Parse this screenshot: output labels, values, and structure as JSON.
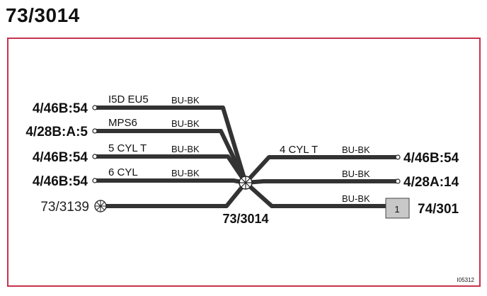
{
  "title": "73/3014",
  "left_wires": [
    {
      "connector": "4/46B:54",
      "variant": "I5D EU5",
      "color_code": "BU-BK"
    },
    {
      "connector": "4/28B:A:5",
      "variant": "MPS6",
      "color_code": "BU-BK"
    },
    {
      "connector": "4/46B:54",
      "variant": "5 CYL T",
      "color_code": "BU-BK"
    },
    {
      "connector": "4/46B:54",
      "variant": "6 CYL",
      "color_code": "BU-BK"
    },
    {
      "connector": "73/3139",
      "variant": "",
      "color_code": ""
    }
  ],
  "right_wires": [
    {
      "connector": "4/46B:54",
      "variant": "4 CYL T",
      "color_code": "BU-BK"
    },
    {
      "connector": "4/28A:14",
      "variant": "",
      "color_code": "BU-BK"
    },
    {
      "connector": "74/301",
      "variant": "",
      "color_code": "BU-BK",
      "box_label": "1"
    }
  ],
  "splice_label": "73/3014",
  "image_ref": "I05312",
  "colors": {
    "frame": "#c8324e",
    "wire": "#333333",
    "box": "#c8c8c8"
  }
}
